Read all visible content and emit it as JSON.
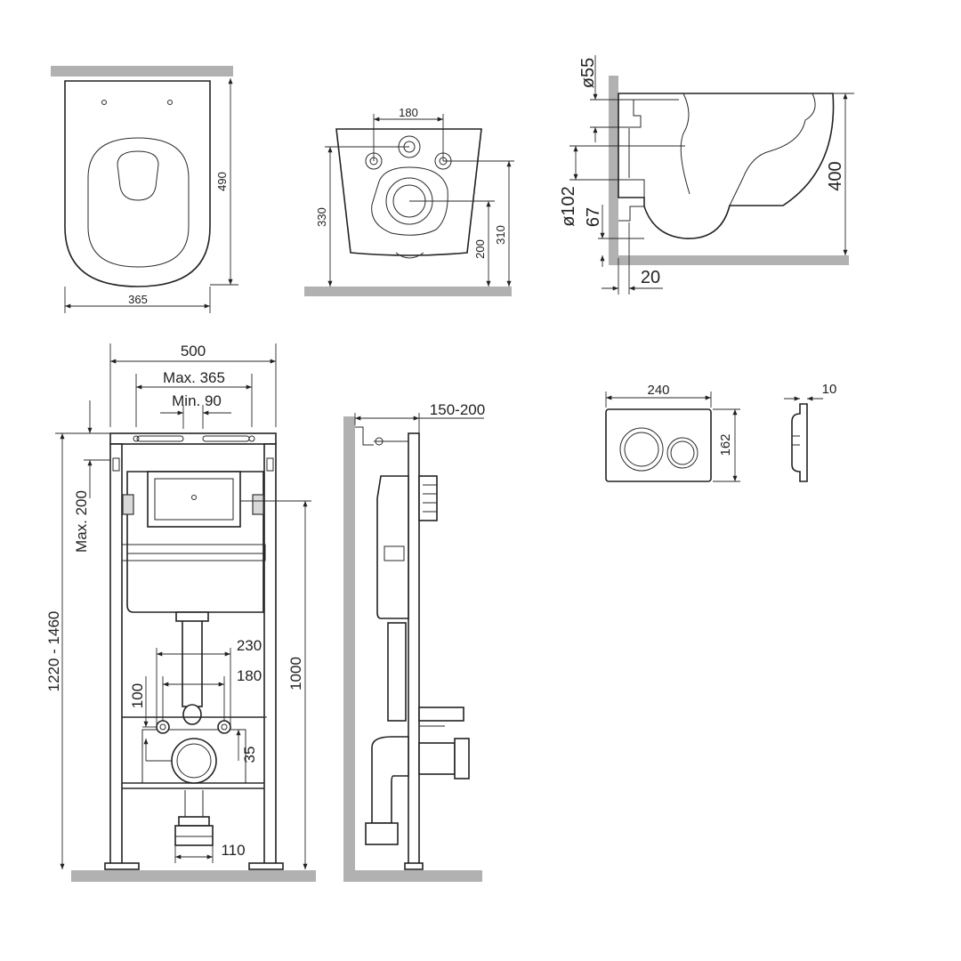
{
  "bowl_top_view": {
    "width": "365",
    "depth": "490"
  },
  "bowl_rear_view": {
    "bolt_spacing": "180",
    "height": "330",
    "outlet_height": "200",
    "inlet_height": "310"
  },
  "bowl_side_view": {
    "inlet_diameter": "ø55",
    "outlet_diameter": "ø102",
    "outlet_offset": "67",
    "wall_gap": "20",
    "height": "400"
  },
  "frame_front_view": {
    "frame_width": "500",
    "max_bolt_spacing": "Max. 365",
    "min_bolt_spacing": "Min. 90",
    "max_adjust": "Max. 200",
    "total_height": "1220 - 1460",
    "bolt_spacing_outer": "230",
    "bolt_spacing_inner": "180",
    "bolt_height": "100",
    "outlet_offset": "35",
    "mount_height": "1000",
    "foot_width": "110"
  },
  "frame_side_view": {
    "depth": "150-200"
  },
  "flush_plate": {
    "width": "240",
    "height": "162",
    "thickness": "10"
  }
}
